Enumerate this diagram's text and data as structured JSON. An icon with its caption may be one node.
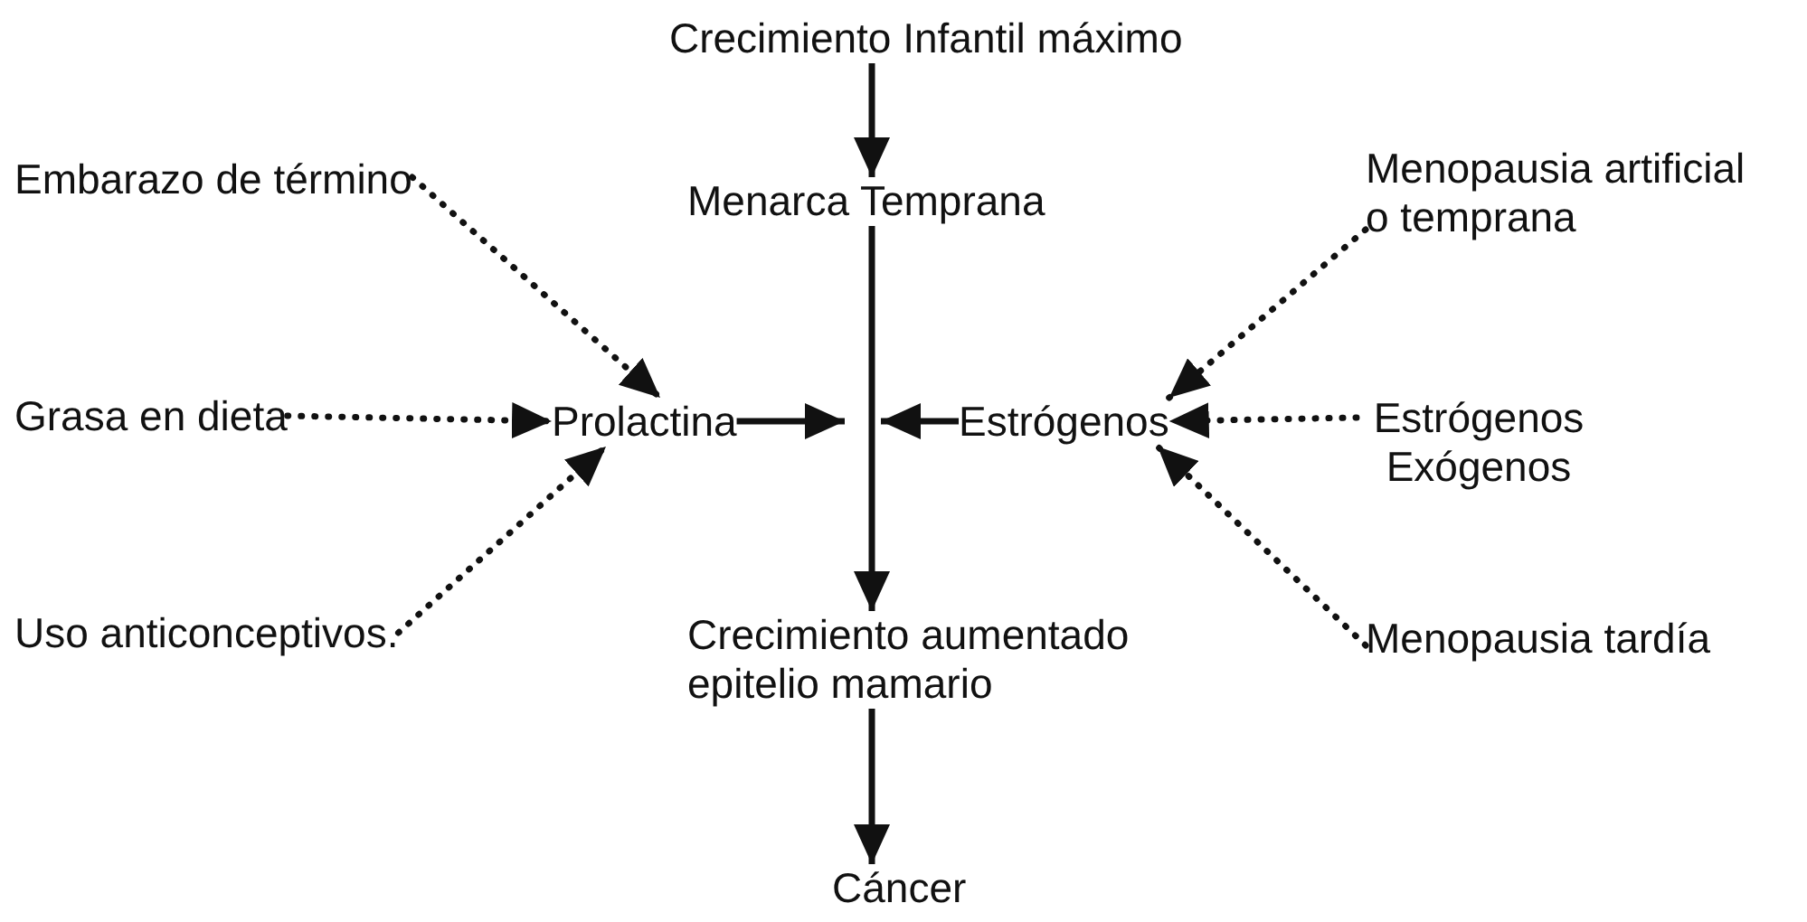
{
  "diagram": {
    "nodes": [
      {
        "text": [
          "Crecimiento Infantil máximo"
        ]
      },
      {
        "text": [
          "Menarca Temprana"
        ]
      },
      {
        "text": [
          "Embarazo de término"
        ]
      },
      {
        "text": [
          "Grasa en dieta"
        ]
      },
      {
        "text": [
          "Prolactina"
        ]
      },
      {
        "text": [
          "Estrógenos"
        ]
      },
      {
        "text": [
          "Menopausia artificial o temprana"
        ]
      },
      {
        "text": [
          "Estrógenos Exógenos"
        ]
      },
      {
        "text": [
          "Uso anticonceptivos."
        ]
      },
      {
        "text": [
          "Menopausia tardía"
        ]
      },
      {
        "text": [
          "Crecimiento aumentado epitelio mamario"
        ]
      },
      {
        "text": [
          "Cáncer"
        ]
      }
    ],
    "edges": [
      {
        "from": 0,
        "to": 1,
        "arrow": "to"
      },
      {
        "from": 1,
        "to": 10,
        "arrow": "to"
      },
      {
        "from": 2,
        "to": 4,
        "arrow": "to",
        "style": "dashed"
      },
      {
        "from": 3,
        "to": 4,
        "arrow": "to",
        "style": "dashed"
      },
      {
        "from": 8,
        "to": 4,
        "arrow": "to",
        "style": "dashed"
      },
      {
        "from": 4,
        "to": null,
        "arrow": "to"
      },
      {
        "from": 5,
        "to": null,
        "arrow": "to"
      },
      {
        "from": 6,
        "to": 5,
        "arrow": "to",
        "style": "dashed"
      },
      {
        "from": 7,
        "to": 5,
        "arrow": "to",
        "style": "dashed"
      },
      {
        "from": 9,
        "to": 5,
        "arrow": "to",
        "style": "dashed"
      },
      {
        "from": 10,
        "to": 11,
        "arrow": "to"
      }
    ]
  }
}
